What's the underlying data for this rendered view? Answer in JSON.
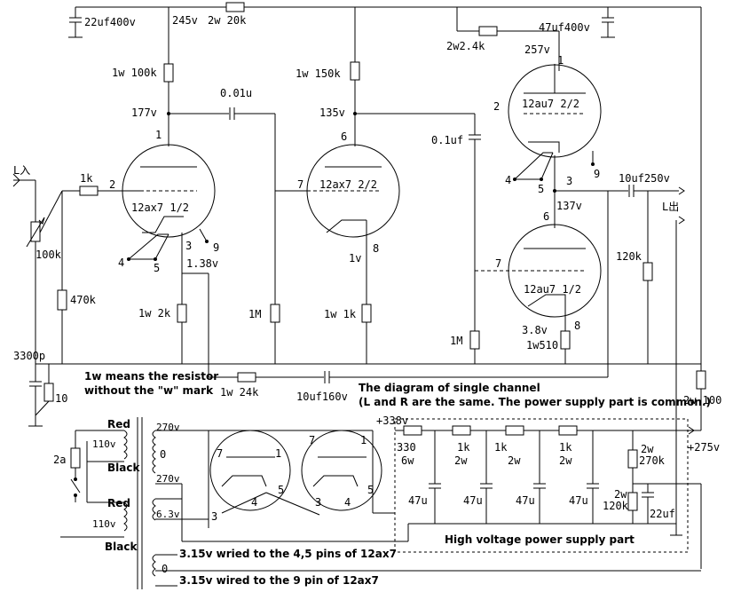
{
  "labels": {
    "cap_22uf": "22uf400v",
    "v245": "245v",
    "r_2w20k": "2w 20k",
    "r_2w2_4k": "2w2.4k",
    "cap_47uf400": "47uf400v",
    "v257": "257v",
    "r_1w100k": "1w 100k",
    "r_1w150k": "1w 150k",
    "cap_0_01u": "0.01u",
    "v177": "177v",
    "v135": "135v",
    "cap_0_1uf": "0.1uf",
    "tube1": "12ax7 1/2",
    "tube2": "12ax7 2/2",
    "tube3": "12au7 2/2",
    "tube4": "12au7 1/2",
    "input": "L入",
    "r_1k": "1k",
    "pot_100k": "100k",
    "r_470k": "470k",
    "cap_3300p": "3300p",
    "r_10": "10",
    "v1_38": "1.38v",
    "v1v": "1v",
    "r_1w2k": "1w 2k",
    "r_1M_a": "1M",
    "r_1w1k": "1w 1k",
    "r_1M_b": "1M",
    "v137": "137v",
    "cap_10uf250": "10uf250v",
    "output": "L出",
    "r_120k": "120k",
    "v3_8": "3.8v",
    "r_1w510": "1w510",
    "note_1w_a": "1w means the resistor",
    "note_1w_b": "without the \"w\" mark",
    "r_1w24k": "1w 24k",
    "cap_10uf160": "10uf160v",
    "desc_a": "The diagram of single channel",
    "desc_b": "(L and R are the same. The power supply part is common.)",
    "r_2w100": "2w 100",
    "v338": "+338v",
    "v275": "+275v",
    "r_330": "330",
    "r_330w": "6w",
    "r_1k2w_a": "1k",
    "r_1k2w_a_w": "2w",
    "r_1k2w_b": "1k",
    "r_1k2w_b_w": "2w",
    "r_1k2w_c": "1k",
    "r_1k2w_c_w": "2w",
    "r_2w270k_a": "2w",
    "r_2w270k_b": "270k",
    "r_2w120k_a": "2w",
    "r_2w120k_b": "120k",
    "cap_22uf_ps": "22uf",
    "cap_47u_a": "47u",
    "cap_47u_b": "47u",
    "cap_47u_c": "47u",
    "cap_47u_d": "47u",
    "hv_label": "High voltage power supply part",
    "fuse": "2a",
    "red_a": "Red",
    "black_a": "Black",
    "red_b": "Red",
    "black_b": "Black",
    "t110_a": "110v",
    "t110_b": "110v",
    "t270_a": "270v",
    "t0": "0",
    "t270_b": "270v",
    "t6_3": "6.3v",
    "heater_a": "3.15v wried to the 4,5 pins of 12ax7",
    "heater_b": "3.15v wired to the 9 pin of 12ax7",
    "pins": {
      "p1a": "1",
      "p2a": "2",
      "p3a": "3",
      "p4a": "4",
      "p5a": "5",
      "p9a": "9",
      "p6b": "6",
      "p7b": "7",
      "p8b": "8",
      "p1c": "1",
      "p2c": "2",
      "p3c": "3",
      "p4c": "4",
      "p5c": "5",
      "p9c": "9",
      "p6d": "6",
      "p7d": "7",
      "p8d": "8",
      "h7a": "7",
      "h1a": "1",
      "h5a": "5",
      "h4a": "4",
      "h3a": "3",
      "h7b": "7",
      "h1b": "1",
      "h5b": "5",
      "h4b": "4",
      "h3b": "3"
    }
  }
}
